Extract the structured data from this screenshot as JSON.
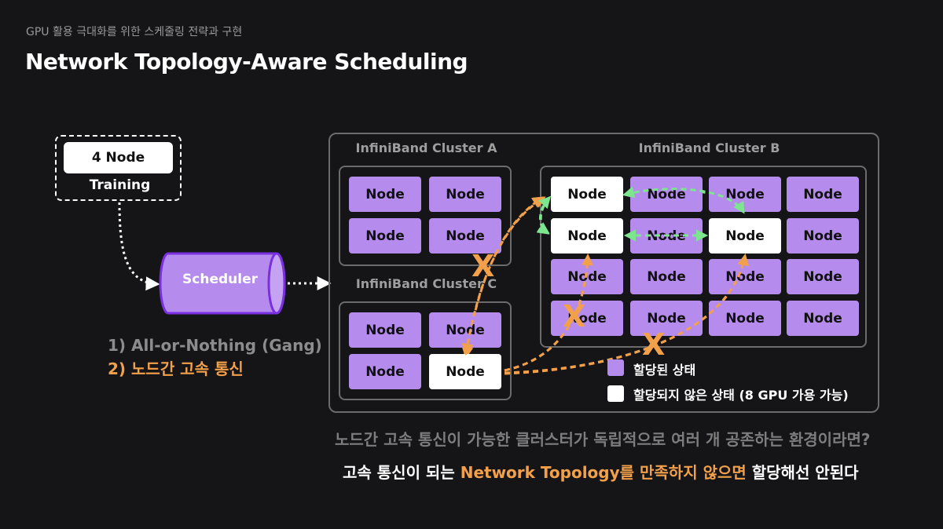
{
  "header": {
    "subtitle": "GPU 활용 극대화를 위한 스케줄링 전략과 구현",
    "title": "Network Topology-Aware Scheduling"
  },
  "job": {
    "node_label": "4 Node",
    "type_label": "Training"
  },
  "scheduler": {
    "label": "Scheduler"
  },
  "strategies": [
    "1) All-or-Nothing (Gang)",
    "2) 노드간 고속 통신"
  ],
  "clusters": {
    "a": {
      "label": "InfiniBand Cluster A",
      "nodes": [
        "Node",
        "Node",
        "Node",
        "Node"
      ]
    },
    "b": {
      "label": "InfiniBand Cluster B",
      "nodes": [
        "Node",
        "Node",
        "Node",
        "Node",
        "Node",
        "Node",
        "Node",
        "Node",
        "Node",
        "Node",
        "Node",
        "Node",
        "Node",
        "Node",
        "Node",
        "Node"
      ]
    },
    "c": {
      "label": "InfiniBand Cluster C",
      "nodes": [
        "Node",
        "Node",
        "Node",
        "Node"
      ]
    }
  },
  "blocked_mark": "X",
  "legend": {
    "allocated": "할당된 상태",
    "unallocated": "할당되지 않은 상태 (8 GPU 가용 가능)"
  },
  "bottom": {
    "question": "노드간 고속 통신이 가능한 클러스터가 독립적으로 여러 개 공존하는 환경이라면?",
    "conclusion_pre": "고속 통신이 되는 ",
    "conclusion_highlight": "Network Topology를 만족하지 않으면",
    "conclusion_post": " 할당해선 안된다"
  },
  "colors": {
    "background": "#151416",
    "allocated_node": "#b58ced",
    "free_node": "#ffffff",
    "highlight": "#f3a04a",
    "green_link": "#7ee58f",
    "border": "#6b6b6b"
  }
}
